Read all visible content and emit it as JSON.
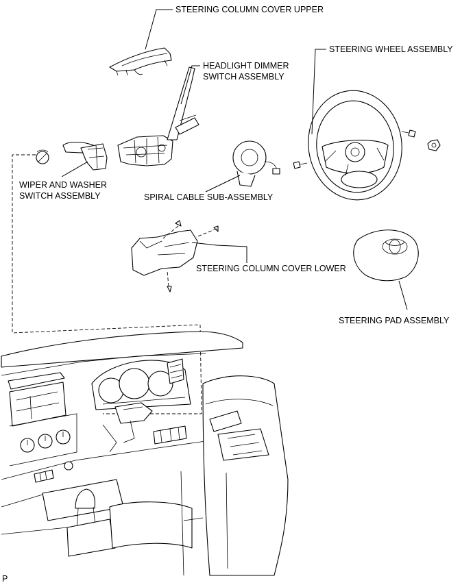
{
  "labels": {
    "column_cover_upper": "STEERING COLUMN COVER UPPER",
    "headlight_switch_line1": "HEADLIGHT DIMMER",
    "headlight_switch_line2": "SWITCH ASSEMBLY",
    "steering_wheel": "STEERING WHEEL ASSEMBLY",
    "wiper_switch_line1": "WIPER AND WASHER",
    "wiper_switch_line2": "SWITCH ASSEMBLY",
    "spiral_cable": "SPIRAL CABLE SUB-ASSEMBLY",
    "column_cover_lower": "STEERING COLUMN COVER LOWER",
    "steering_pad": "STEERING PAD ASSEMBLY",
    "corner_code": "P"
  }
}
